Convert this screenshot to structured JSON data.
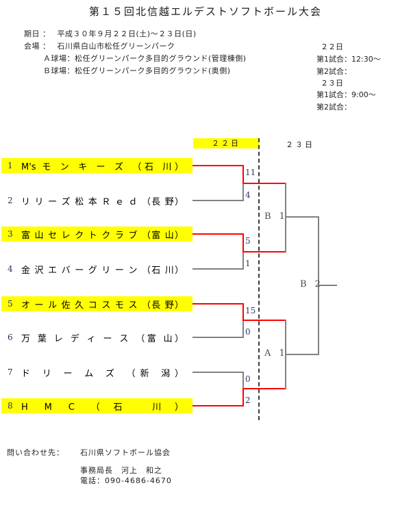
{
  "title": "第１５回北信越エルデストソフトボール大会",
  "info": {
    "date_label": "期日 ：",
    "date_value": "平成３０年９月２２日(土)～２３日(日)",
    "venue_label": "会場 ：",
    "venue_value": "石川県白山市松任グリーンパーク",
    "field_a": "Ａ球場：松任グリーンパーク多目的グラウンド(管理棟側)",
    "field_b": "Ｂ球場：松任グリーンパーク多目的グラウンド(奥側)",
    "schedule": {
      "day1": "２２日",
      "day1_game1": "第1試合：12:30～",
      "day1_game2": "第2試合：",
      "day2": "２３日",
      "day2_game1": "第1試合：9:00～",
      "day2_game2": "第2試合："
    }
  },
  "bracket": {
    "day1_header": "２２日",
    "day2_header": "２３日",
    "highlight_color": "#ffff00",
    "winner_line_color": "#ff0000",
    "line_color": "#808080",
    "teams": [
      {
        "num": "1",
        "name": "M's モンキーズ",
        "pref": "石川",
        "display": "M's モ ン キ ー ズ （石 川）",
        "highlighted": true,
        "score": "11",
        "winner": true
      },
      {
        "num": "2",
        "name": "リリーズ松本Red",
        "pref": "長野",
        "display": "リ リ ー ズ 松 本 Ｒ ｅ ｄ （長 野）",
        "highlighted": false,
        "score": "4",
        "winner": false
      },
      {
        "num": "3",
        "name": "富山セレクトクラブ",
        "pref": "富山",
        "display": "富 山 セ レ ク ト ク ラ ブ （富 山）",
        "highlighted": true,
        "score": "5",
        "winner": true
      },
      {
        "num": "4",
        "name": "金沢エバーグリーン",
        "pref": "石川",
        "display": "金 沢 エ バ ー グ リ ー ン （石 川）",
        "highlighted": false,
        "score": "1",
        "winner": false
      },
      {
        "num": "5",
        "name": "オール佐久コスモス",
        "pref": "長野",
        "display": "オ ー ル 佐 久 コ ス モ ス （長 野）",
        "highlighted": true,
        "score": "15",
        "winner": true
      },
      {
        "num": "6",
        "name": "万葉レディース",
        "pref": "富山",
        "display": "万 葉 レ デ ィ ー ス （富 山）",
        "highlighted": false,
        "score": "0",
        "winner": false
      },
      {
        "num": "7",
        "name": "ドリームズ",
        "pref": "新潟",
        "display": "ド リ ー ム ズ （新 潟）",
        "highlighted": false,
        "score": "0",
        "winner": false
      },
      {
        "num": "8",
        "name": "HMC",
        "pref": "石川",
        "display": "H M C （石 川）",
        "highlighted": true,
        "score": "2",
        "winner": true
      }
    ],
    "semifinal_b1_label": "B 1",
    "semifinal_a1_label": "A 1",
    "final_b2_label": "B 2"
  },
  "footer": {
    "contact_label": "問い合わせ先：",
    "org": "石川県ソフトボール協会",
    "person": "事務局長　河上　和之",
    "phone": "電話：090-4686-4670"
  }
}
